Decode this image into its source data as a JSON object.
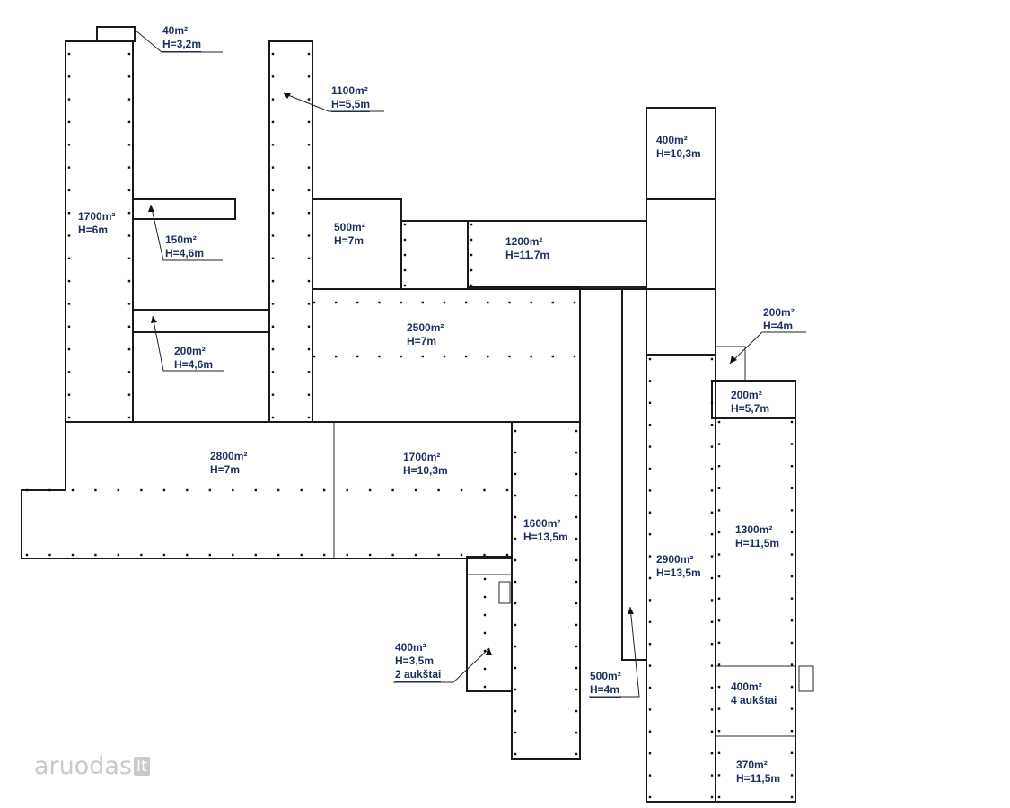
{
  "rooms": [
    {
      "id": "r40",
      "area": "40m²",
      "height": "H=3,2m"
    },
    {
      "id": "r1100",
      "area": "1100m²",
      "height": "H=5,5m"
    },
    {
      "id": "r1700a",
      "area": "1700m²",
      "height": "H=6m"
    },
    {
      "id": "r150",
      "area": "150m²",
      "height": "H=4,6m"
    },
    {
      "id": "r500a",
      "area": "500m²",
      "height": "H=7m"
    },
    {
      "id": "r1200",
      "area": "1200m²",
      "height": "H=11.7m"
    },
    {
      "id": "r400a",
      "area": "400m²",
      "height": "H=10,3m"
    },
    {
      "id": "r2500",
      "area": "2500m²",
      "height": "H=7m"
    },
    {
      "id": "r200a",
      "area": "200m²",
      "height": "H=4,6m"
    },
    {
      "id": "r200b",
      "area": "200m²",
      "height": "H=4m"
    },
    {
      "id": "r200c",
      "area": "200m²",
      "height": "H=5,7m"
    },
    {
      "id": "r2800",
      "area": "2800m²",
      "height": "H=7m"
    },
    {
      "id": "r1700b",
      "area": "1700m²",
      "height": "H=10,3m"
    },
    {
      "id": "r1600",
      "area": "1600m²",
      "height": "H=13,5m"
    },
    {
      "id": "r1300",
      "area": "1300m²",
      "height": "H=11,5m"
    },
    {
      "id": "r2900",
      "area": "2900m²",
      "height": "H=13,5m"
    },
    {
      "id": "r400b",
      "area": "400m²",
      "height": "H=3,5m",
      "floors": "2 aukštai"
    },
    {
      "id": "r500b",
      "area": "500m²",
      "height": "H=4m"
    },
    {
      "id": "r400c",
      "area": "400m²",
      "floors": "4 aukštai"
    },
    {
      "id": "r370",
      "area": "370m²",
      "height": "H=11,5m"
    }
  ],
  "watermark": {
    "brand": "aruodas",
    "tld": "lt"
  },
  "colors": {
    "walls": "#1a1a1a",
    "labels": "#1c2f5e",
    "watermark": "#c9c9c9"
  }
}
